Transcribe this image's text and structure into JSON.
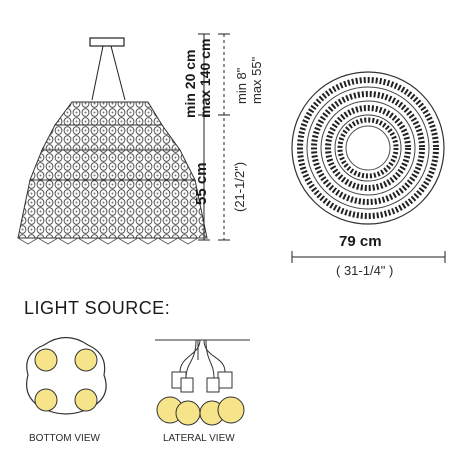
{
  "height_dims": {
    "suspension_cm_min": "min 20 cm",
    "suspension_cm_max": "max 140 cm",
    "suspension_in_min": "min 8\"",
    "suspension_in_max": "max 55\"",
    "body_cm": "55 cm",
    "body_in": "(21-1/2\")"
  },
  "diameter": {
    "cm": "79 cm",
    "in": "( 31-1/4\" )"
  },
  "light_source": {
    "title": "LIGHT SOURCE:",
    "bottom_view": "BOTTOM VIEW",
    "lateral_view": "LATERAL VIEW",
    "bulb_color": "#f6e48a",
    "bulb_count": 4
  },
  "icons": {
    "side": "pendant-lamp-side-icon",
    "top": "pendant-lamp-top-icon",
    "bottom": "bulb-cluster-bottom-icon",
    "lateral": "bulb-cluster-lateral-icon"
  }
}
